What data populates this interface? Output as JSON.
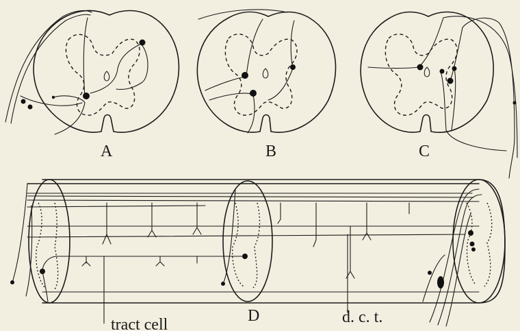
{
  "figure": {
    "panels": [
      {
        "id": "A",
        "label": "A"
      },
      {
        "id": "B",
        "label": "B"
      },
      {
        "id": "C",
        "label": "C"
      }
    ],
    "long_section_labels": {
      "tract_cell": "tract cell",
      "segment": "D",
      "dct": "d. c. t."
    },
    "colors": {
      "ink": "#1a1a1a",
      "paper": "#f3efe0"
    }
  }
}
